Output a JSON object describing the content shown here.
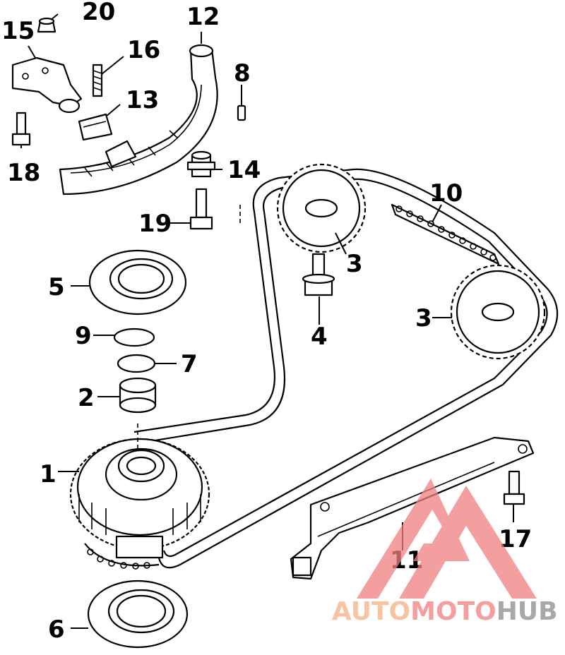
{
  "diagram": {
    "callouts": [
      {
        "id": "c1",
        "label": "1"
      },
      {
        "id": "c2",
        "label": "2"
      },
      {
        "id": "c3a",
        "label": "3"
      },
      {
        "id": "c3b",
        "label": "3"
      },
      {
        "id": "c4",
        "label": "4"
      },
      {
        "id": "c5",
        "label": "5"
      },
      {
        "id": "c6",
        "label": "6"
      },
      {
        "id": "c7",
        "label": "7"
      },
      {
        "id": "c8",
        "label": "8"
      },
      {
        "id": "c9",
        "label": "9"
      },
      {
        "id": "c10",
        "label": "10"
      },
      {
        "id": "c11",
        "label": "11"
      },
      {
        "id": "c12",
        "label": "12"
      },
      {
        "id": "c13",
        "label": "13"
      },
      {
        "id": "c14",
        "label": "14"
      },
      {
        "id": "c15",
        "label": "15"
      },
      {
        "id": "c16",
        "label": "16"
      },
      {
        "id": "c17",
        "label": "17"
      },
      {
        "id": "c18",
        "label": "18"
      },
      {
        "id": "c19",
        "label": "19"
      },
      {
        "id": "c20",
        "label": "20"
      }
    ]
  },
  "watermark": {
    "part1": "AUTO",
    "part2": "MOTO",
    "part3": "HUB",
    "colors": {
      "auto": "#f4b183",
      "moto": "#f08080",
      "hub": "#8c8c8c",
      "logo": "#f08080"
    }
  }
}
